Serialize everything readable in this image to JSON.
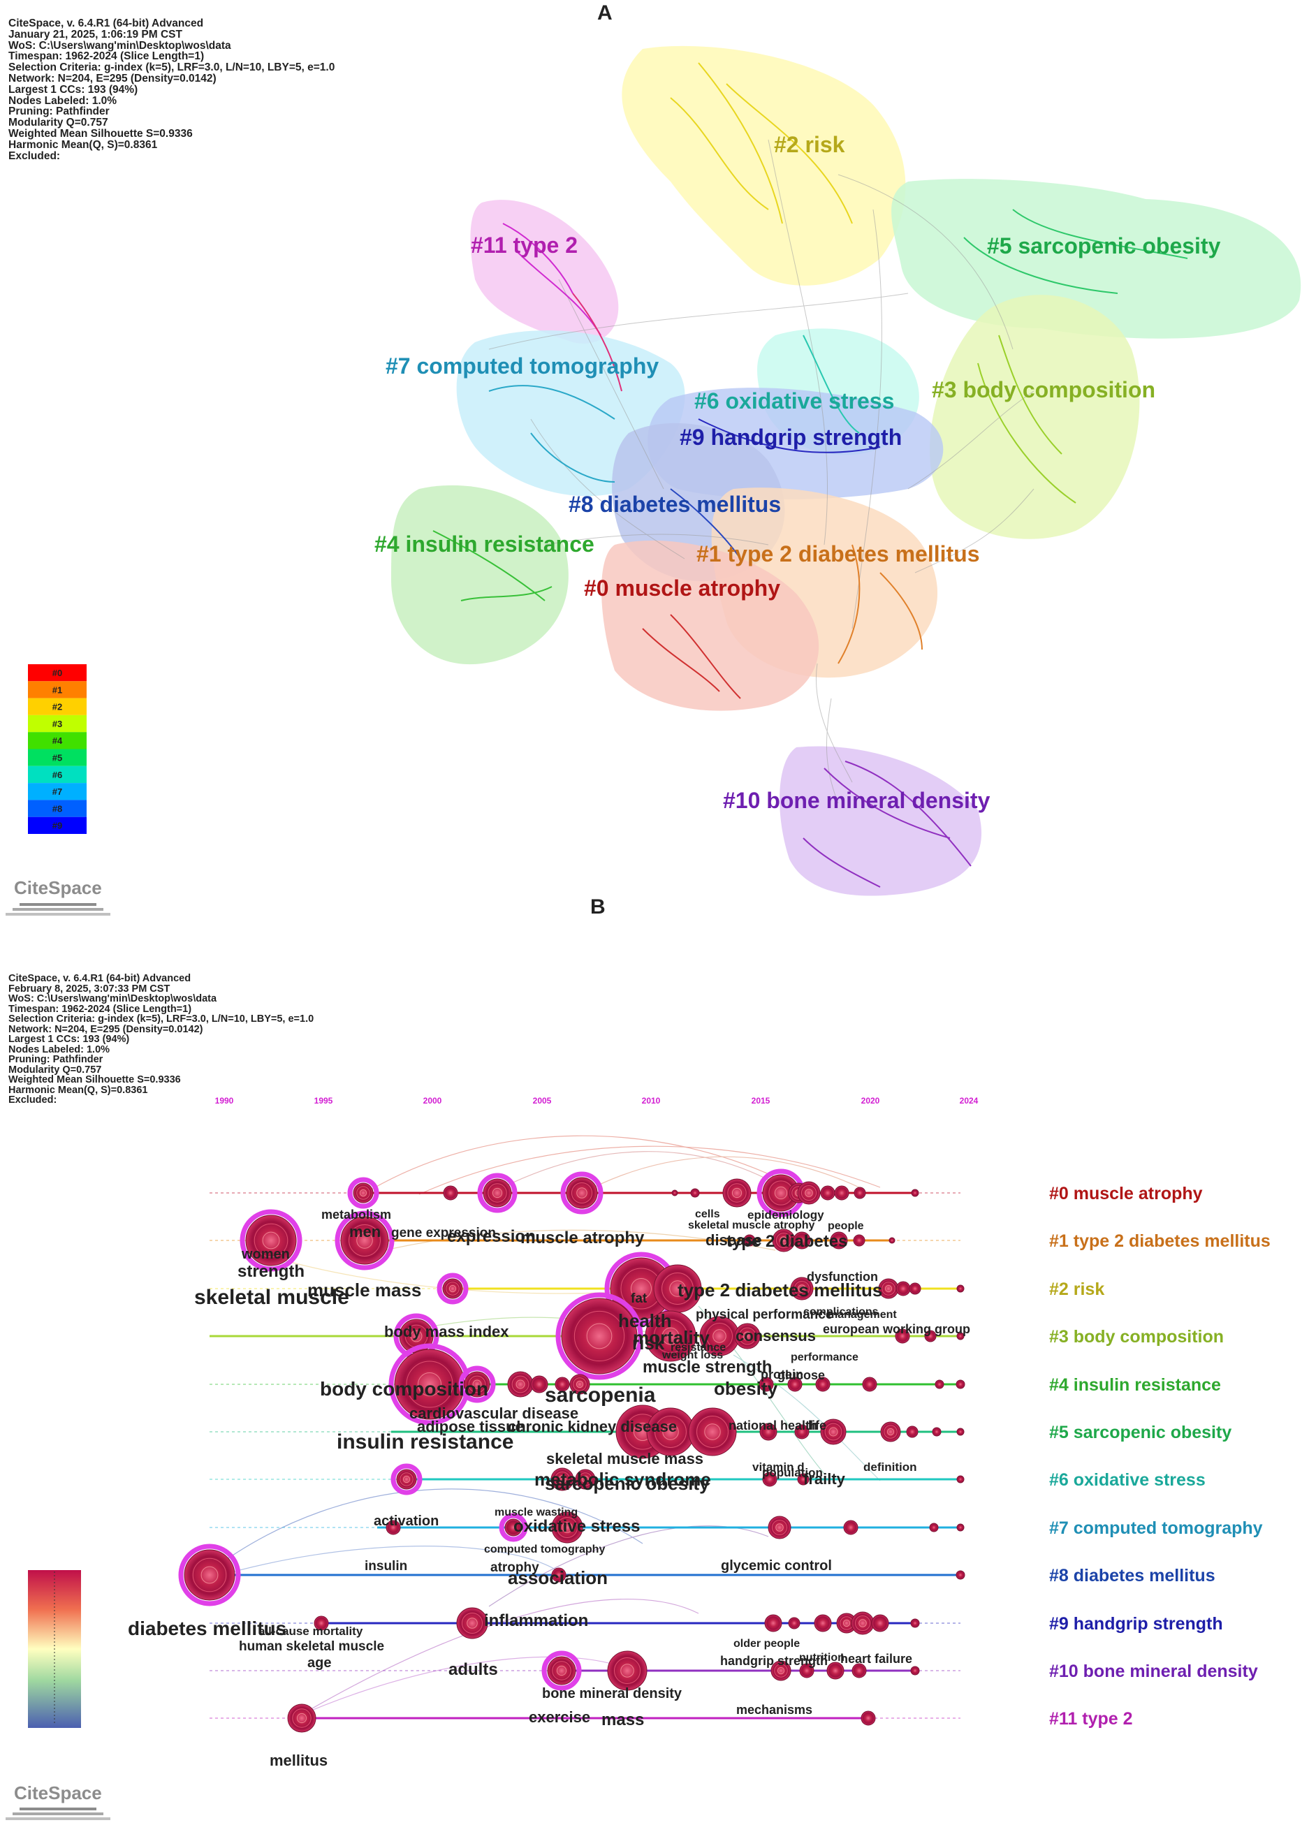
{
  "panel_a": {
    "letter": "A",
    "meta_lines": [
      "CiteSpace, v. 6.4.R1 (64-bit) Advanced",
      "January 21, 2025, 1:06:19 PM CST",
      "WoS: C:\\Users\\wang'min\\Desktop\\wos\\data",
      "Timespan: 1962-2024 (Slice Length=1)",
      "Selection Criteria: g-index (k=5), LRF=3.0, L/N=10, LBY=5, e=1.0",
      "Network: N=204, E=295 (Density=0.0142)",
      "Largest 1 CCs: 193 (94%)",
      "Nodes Labeled: 1.0%",
      "Pruning: Pathfinder",
      "Modularity Q=0.757",
      "Weighted Mean Silhouette S=0.9336",
      "Harmonic Mean(Q, S)=0.8361",
      "Excluded:"
    ],
    "clusters": [
      {
        "id": "#0",
        "label": "#0 muscle atrophy",
        "color": "#b01515"
      },
      {
        "id": "#1",
        "label": "#1 type 2 diabetes mellitus",
        "color": "#c8701a"
      },
      {
        "id": "#2",
        "label": "#2 risk",
        "color": "#b5a81a"
      },
      {
        "id": "#3",
        "label": "#3 body composition",
        "color": "#86b024"
      },
      {
        "id": "#4",
        "label": "#4 insulin resistance",
        "color": "#2ea82e"
      },
      {
        "id": "#5",
        "label": "#5 sarcopenic obesity",
        "color": "#1ea84a"
      },
      {
        "id": "#6",
        "label": "#6 oxidative stress",
        "color": "#1aa89a"
      },
      {
        "id": "#7",
        "label": "#7 computed tomography",
        "color": "#1f8fb5"
      },
      {
        "id": "#8",
        "label": "#8 diabetes mellitus",
        "color": "#1b43a8"
      },
      {
        "id": "#9",
        "label": "#9 handgrip strength",
        "color": "#1e1ea8"
      },
      {
        "id": "#10",
        "label": "#10 bone mineral density",
        "color": "#6e1fb0"
      },
      {
        "id": "#11",
        "label": "#11 type 2",
        "color": "#b01fae"
      }
    ],
    "legend": [
      "#0",
      "#1",
      "#2",
      "#3",
      "#4",
      "#5",
      "#6",
      "#7",
      "#8",
      "#9"
    ],
    "legend_colors": [
      "#ff0000",
      "#ff8000",
      "#ffd000",
      "#c0ff00",
      "#40e000",
      "#00e060",
      "#00e0c0",
      "#00b0ff",
      "#0060ff",
      "#0000ff"
    ],
    "logo": "CiteSpace"
  },
  "panel_b": {
    "letter": "B",
    "meta_lines": [
      "CiteSpace, v. 6.4.R1 (64-bit) Advanced",
      "February 8, 2025, 3:07:33 PM CST",
      "WoS: C:\\Users\\wang'min\\Desktop\\wos\\data",
      "Timespan: 1962-2024 (Slice Length=1)",
      "Selection Criteria: g-index (k=5), LRF=3.0, L/N=10, LBY=5, e=1.0",
      "Network: N=204, E=295 (Density=0.0142)",
      "Largest 1 CCs: 193 (94%)",
      "Nodes Labeled: 1.0%",
      "Pruning: Pathfinder",
      "Modularity Q=0.757",
      "Weighted Mean Silhouette S=0.9336",
      "Harmonic Mean(Q, S)=0.8361",
      "Excluded:"
    ],
    "years": [
      "1990",
      "1995",
      "2000",
      "2005",
      "2010",
      "2015",
      "2020",
      "2024"
    ],
    "row_labels": [
      "#0 muscle atrophy",
      "#1 type 2 diabetes mellitus",
      "#2 risk",
      "#3 body composition",
      "#4 insulin resistance",
      "#5 sarcopenic obesity",
      "#6 oxidative stress",
      "#7 computed tomography",
      "#8 diabetes mellitus",
      "#9 handgrip strength",
      "#10 bone mineral density",
      "#11 type 2"
    ],
    "keywords": [
      "metabolism",
      "men",
      "gene expression",
      "expression",
      "muscle atrophy",
      "cells",
      "epidemiology",
      "skeletal muscle atrophy",
      "disease",
      "type 2 diabetes",
      "people",
      "women",
      "strength",
      "skeletal muscle",
      "muscle mass",
      "fat",
      "type 2 diabetes mellitus",
      "dysfunction",
      "body mass index",
      "health",
      "weight loss",
      "physical performance",
      "management",
      "complications",
      "mortality",
      "risk",
      "consensus",
      "resistance",
      "european working group",
      "performance",
      "muscle strength",
      "protein",
      "glucose",
      "body composition",
      "sarcopenia",
      "obesity",
      "cardiovascular disease",
      "adipose tissue",
      "chronic kidney disease",
      "national health",
      "life",
      "insulin resistance",
      "skeletal muscle mass",
      "vitamin d",
      "population",
      "definition",
      "metabolic syndrome",
      "sarcopenic obesity",
      "frailty",
      "muscle wasting",
      "activation",
      "oxidative stress",
      "computed tomography",
      "insulin",
      "atrophy",
      "association",
      "glycemic control",
      "diabetes mellitus",
      "all-cause mortality",
      "human skeletal muscle",
      "inflammation",
      "age",
      "older people",
      "adults",
      "handgrip strength",
      "nutrition",
      "heart failure",
      "bone mineral density",
      "exercise",
      "mass",
      "mechanisms",
      "mellitus"
    ],
    "logo": "CiteSpace"
  }
}
